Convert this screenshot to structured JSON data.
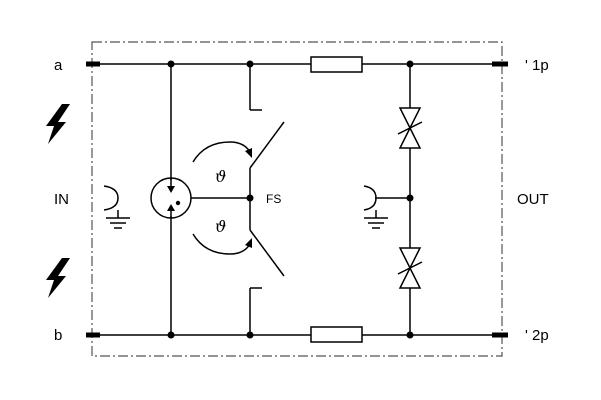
{
  "labels": {
    "terminal_a": "a",
    "terminal_b": "b",
    "input": "IN",
    "output": "OUT",
    "out_1": "' 1p",
    "out_2": "' 2p",
    "switch": "FS",
    "theta_upper": "ϑ",
    "theta_lower": "ϑ"
  },
  "colors": {
    "line": "#000000",
    "enclosure": "#555555",
    "background": "#ffffff"
  }
}
